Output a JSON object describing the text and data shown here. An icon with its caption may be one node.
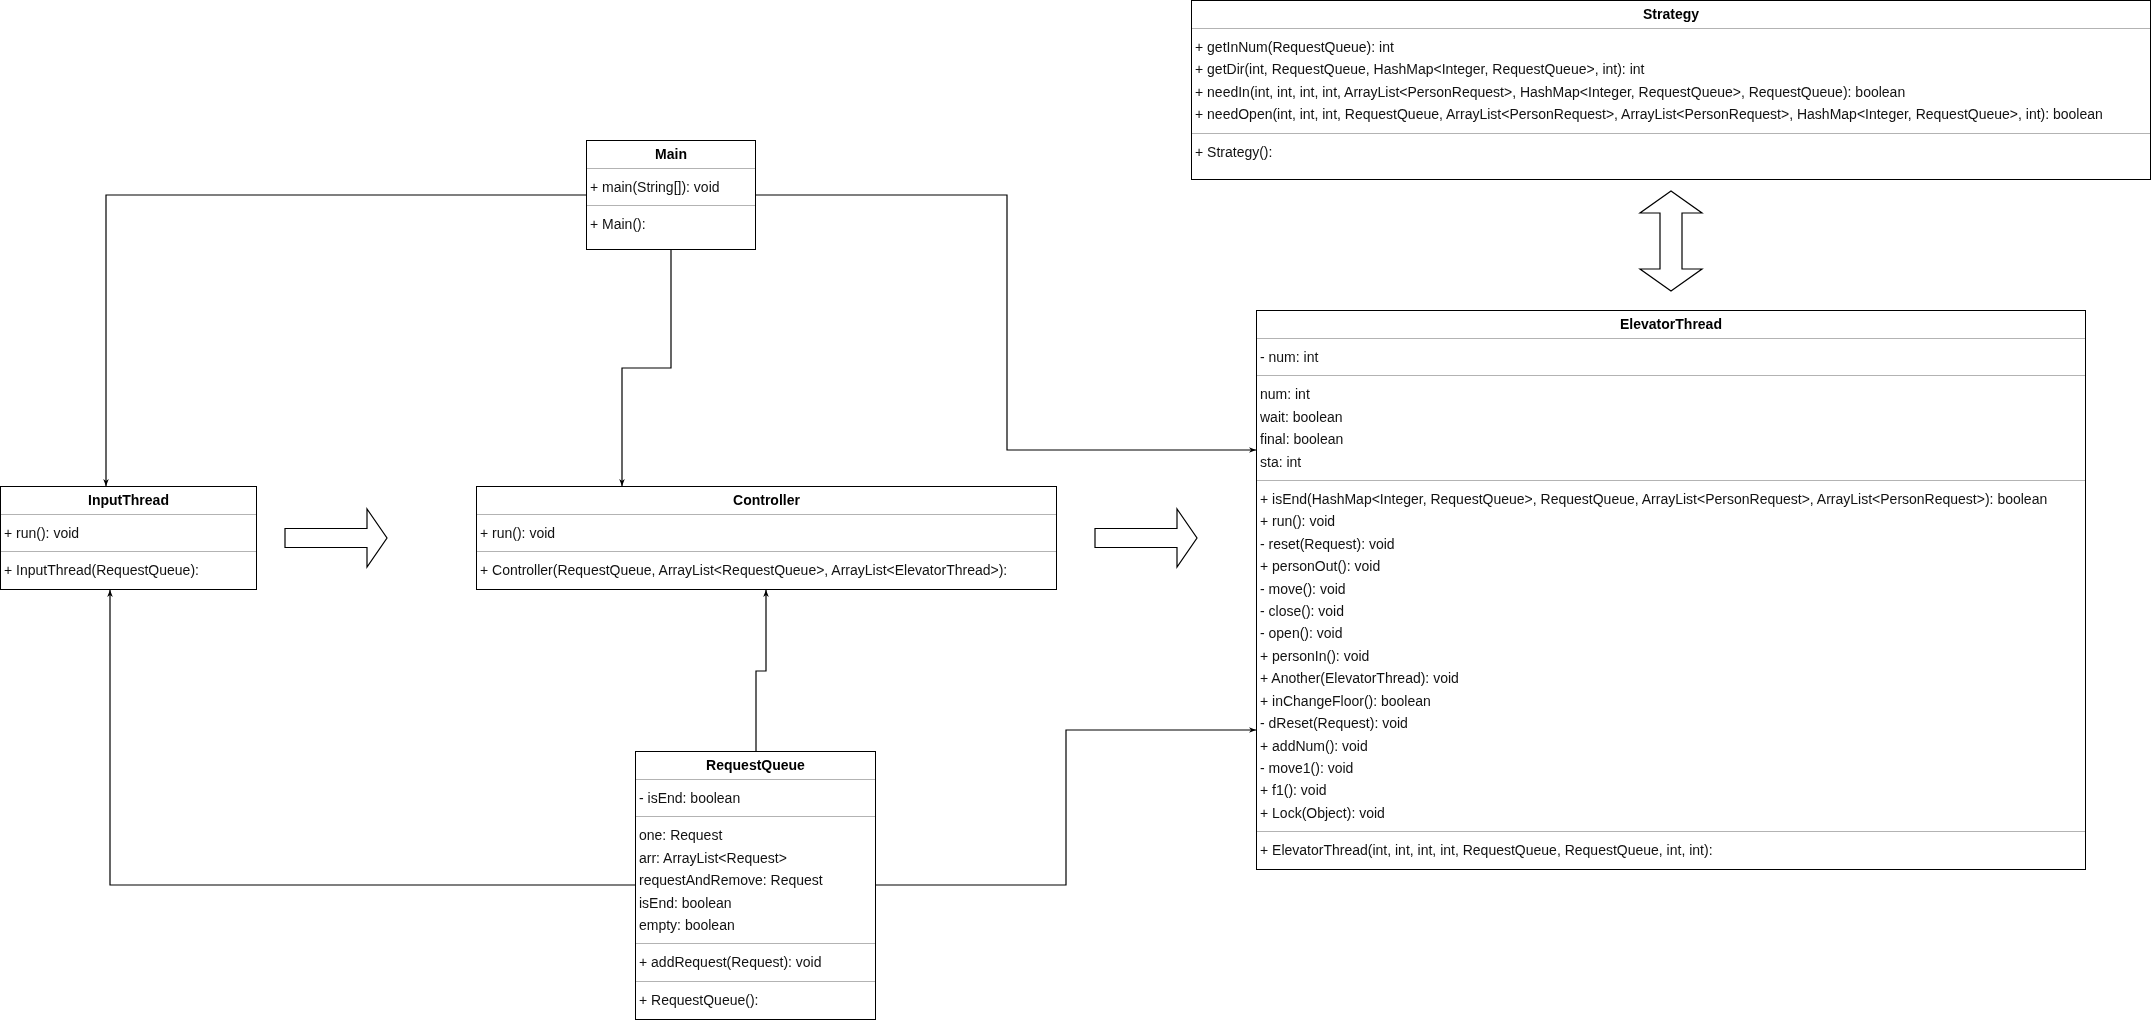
{
  "diagram": {
    "nodes": [
      {
        "text": [
          "Strategy",
          "+ getInNum(RequestQueue): int",
          "+ getDir(int, RequestQueue, HashMap<Integer, RequestQueue>, int): int",
          "+ needIn(int, int, int, int, ArrayList<PersonRequest>, HashMap<Integer, RequestQueue>, RequestQueue): boolean",
          "+ needOpen(int, int, int, RequestQueue, ArrayList<PersonRequest>, ArrayList<PersonRequest>, HashMap<Integer, RequestQueue>, int): boolean",
          "+ Strategy():"
        ]
      },
      {
        "text": [
          "Main",
          "+ main(String[]): void",
          "+ Main():"
        ]
      },
      {
        "text": [
          "ElevatorThread",
          "- num: int",
          "num: int",
          "wait: boolean",
          "final: boolean",
          "sta: int",
          "+ isEnd(HashMap<Integer, RequestQueue>, RequestQueue, ArrayList<PersonRequest>, ArrayList<PersonRequest>): boolean",
          "+ run(): void",
          "- reset(Request): void",
          "+ personOut(): void",
          "- move(): void",
          "- close(): void",
          "- open(): void",
          "+ personIn(): void",
          "+ Another(ElevatorThread): void",
          "+ inChangeFloor(): boolean",
          "- dReset(Request): void",
          "+ addNum(): void",
          "- move1(): void",
          "+ f1(): void",
          "+ Lock(Object): void",
          "+ ElevatorThread(int, int, int, int, RequestQueue, RequestQueue, int, int):"
        ]
      },
      {
        "text": [
          "InputThread",
          "+ run(): void",
          "+ InputThread(RequestQueue):"
        ]
      },
      {
        "text": [
          "Controller",
          "+ run(): void",
          "+ Controller(RequestQueue, ArrayList<RequestQueue>, ArrayList<ElevatorThread>):"
        ]
      },
      {
        "text": [
          "RequestQueue",
          "- isEnd: boolean",
          "one: Request",
          "arr: ArrayList<Request>",
          "requestAndRemove: Request",
          "isEnd: boolean",
          "empty: boolean",
          "+ addRequest(Request): void",
          "+ RequestQueue():"
        ]
      }
    ],
    "edges": [
      {
        "from": 1,
        "to": 3,
        "arrow": "to"
      },
      {
        "from": 1,
        "to": 4,
        "arrow": "to"
      },
      {
        "from": 1,
        "to": 2,
        "arrow": "to"
      },
      {
        "from": 5,
        "to": 3,
        "arrow": "to"
      },
      {
        "from": 5,
        "to": 4,
        "arrow": "to"
      },
      {
        "from": 5,
        "to": 2,
        "arrow": "to"
      },
      {
        "from": 3,
        "to": 4,
        "arrow": "to",
        "style": "thick"
      },
      {
        "from": 4,
        "to": 2,
        "arrow": "to",
        "style": "thick"
      },
      {
        "from": 0,
        "to": 2,
        "arrow": "both",
        "style": "thick"
      }
    ]
  }
}
